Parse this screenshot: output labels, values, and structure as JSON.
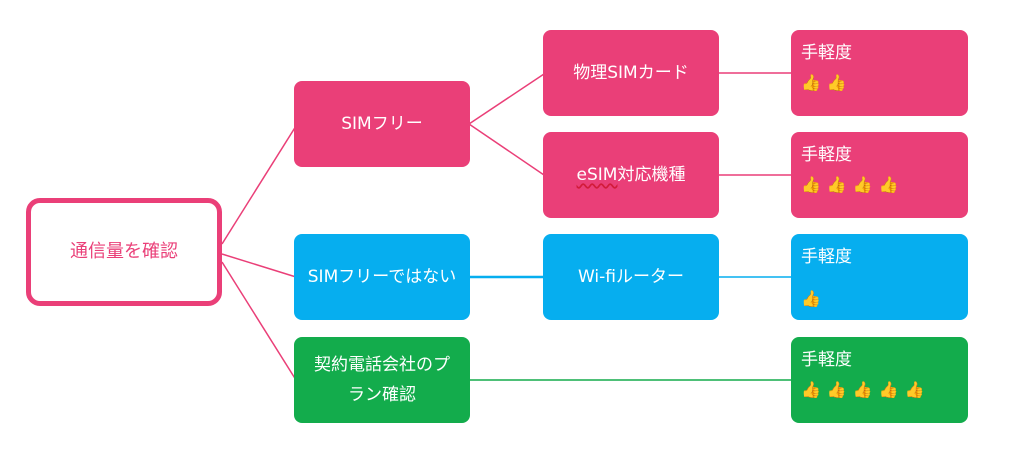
{
  "root": {
    "label": "通信量を確認"
  },
  "branches": [
    {
      "label": "SIMフリー"
    },
    {
      "label": "SIMフリーではない"
    },
    {
      "label": "契約電話会社のプラン確認"
    }
  ],
  "leaves": [
    {
      "label": "物理SIMカード"
    },
    {
      "label_prefix": "eSIM",
      "label_suffix": "対応機種"
    },
    {
      "label": "Wi-fiルーター"
    }
  ],
  "ratings": [
    {
      "label": "手軽度",
      "thumbs": 2,
      "thumb_icon": "👍"
    },
    {
      "label": "手軽度",
      "thumbs": 4,
      "thumb_icon": "👍"
    },
    {
      "label": "手軽度",
      "thumbs": 1,
      "thumb_icon": "👍"
    },
    {
      "label": "手軽度",
      "thumbs": 5,
      "thumb_icon": "👍"
    }
  ],
  "colors": {
    "pink": "#ea3f78",
    "blue": "#06aeef",
    "green": "#13ac4c",
    "thumb": "#f4b21f"
  }
}
